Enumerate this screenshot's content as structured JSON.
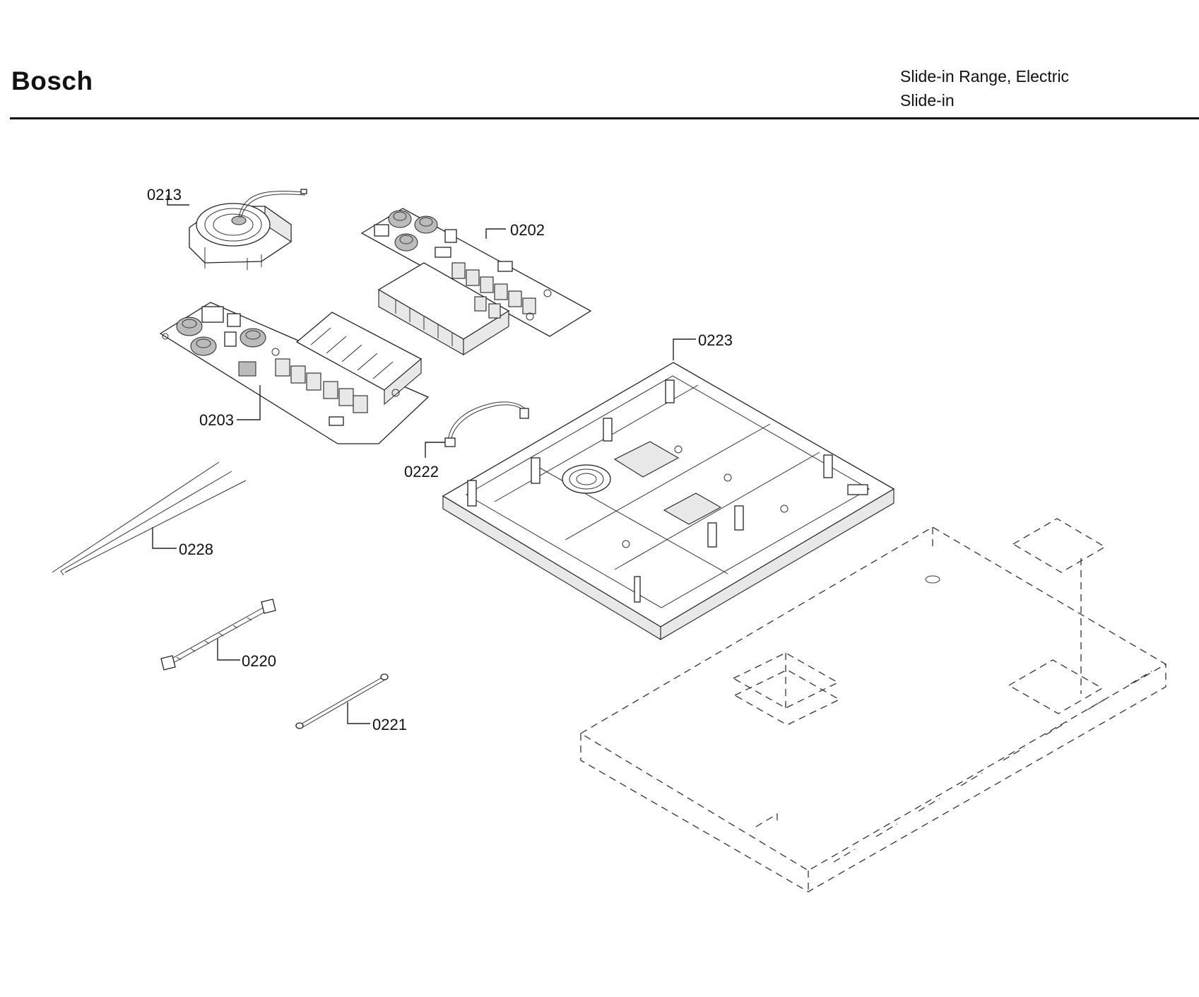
{
  "header": {
    "brand": "Bosch",
    "subtitle_line1": "Slide-in Range, Electric",
    "subtitle_line2": "Slide-in"
  },
  "callouts": [
    {
      "id": "0213",
      "part": "cooling-fan"
    },
    {
      "id": "0202",
      "part": "power-module-board"
    },
    {
      "id": "0203",
      "part": "power-module-board"
    },
    {
      "id": "0223",
      "part": "housing-tray"
    },
    {
      "id": "0222",
      "part": "wire-harness"
    },
    {
      "id": "0228",
      "part": "wire-set"
    },
    {
      "id": "0220",
      "part": "cable-harness"
    },
    {
      "id": "0221",
      "part": "connecting-cable"
    }
  ]
}
